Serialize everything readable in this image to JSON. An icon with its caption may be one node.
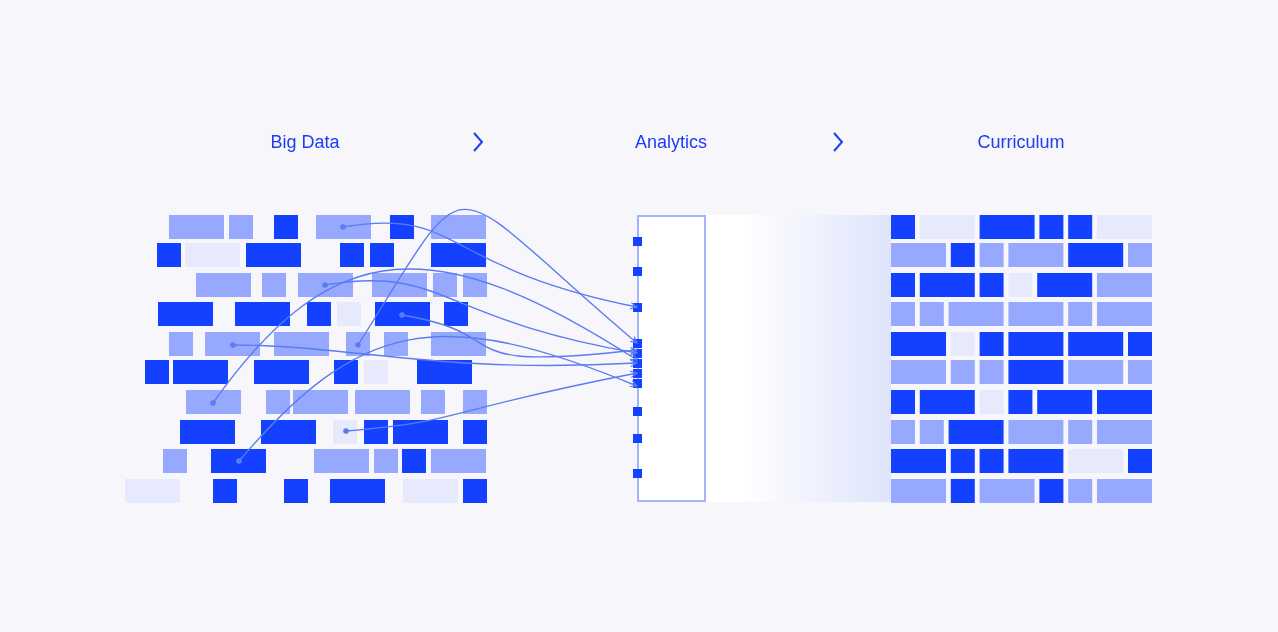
{
  "diagram": {
    "nodes": [
      {
        "text": [
          "Big Data"
        ]
      },
      {
        "text": [
          "Analytics"
        ]
      },
      {
        "text": [
          "Curriculum"
        ]
      },
      {
        "text": [],
        "shape": "box"
      }
    ],
    "edges": [
      {
        "from": null,
        "to": 3,
        "arrow": "to"
      },
      {
        "from": null,
        "to": 3,
        "arrow": "to"
      },
      {
        "from": null,
        "to": 3,
        "arrow": "to"
      },
      {
        "from": null,
        "to": 3,
        "arrow": "to"
      },
      {
        "from": null,
        "to": 3,
        "arrow": "to"
      },
      {
        "from": null,
        "to": 3,
        "arrow": "to"
      },
      {
        "from": null,
        "to": 3,
        "arrow": "to"
      },
      {
        "from": null,
        "to": 3,
        "arrow": "to"
      }
    ]
  }
}
